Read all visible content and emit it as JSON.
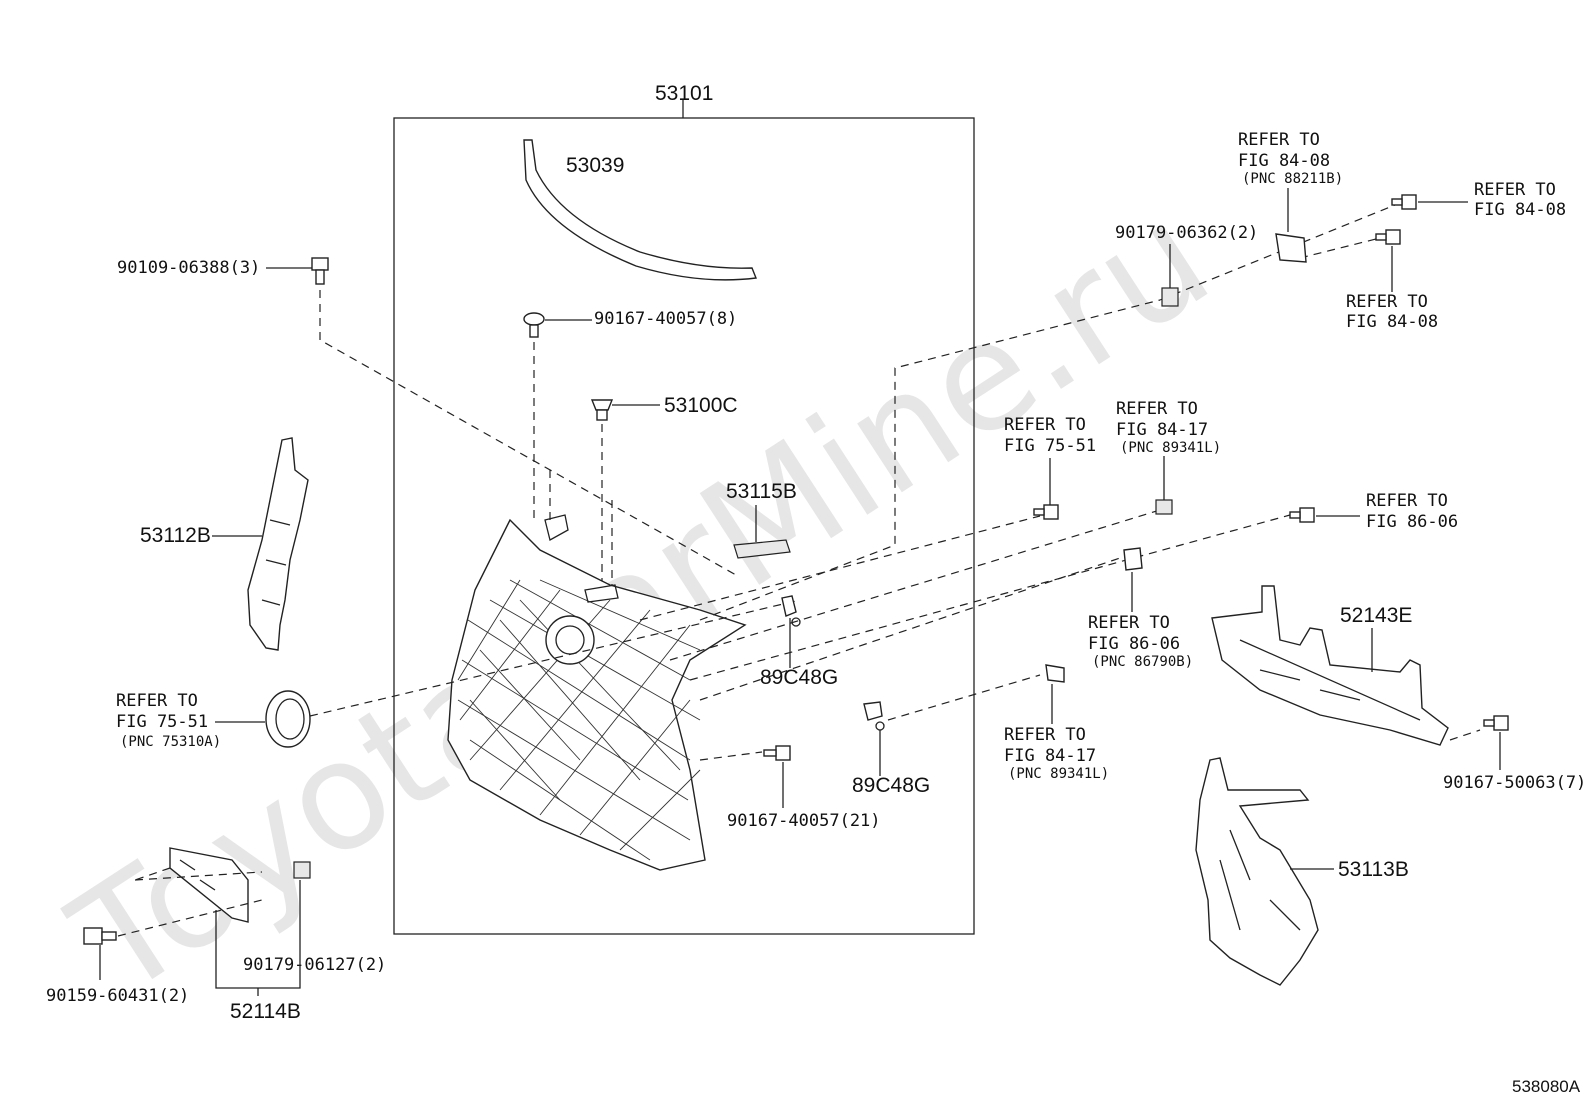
{
  "diagram": {
    "watermark": "ToyotaCarMine.ru",
    "figure_code": "538080A",
    "labels": {
      "main_assembly": "53101",
      "molding_upper": "53039",
      "bolt_upper_left": "90109-06388(3)",
      "screw_grille_top": "90167-40057(8)",
      "clip_grille": "53100C",
      "retainer_left": "53112B",
      "bracket_small": "53115B",
      "sensor_mount_1": "89C48G",
      "sensor_mount_2": "89C48G",
      "screw_grille_bottom": "90167-40057(21)",
      "clip_upper_right": "90179-06362(2)",
      "retainer_right_lower": "52143E",
      "screw_right": "90167-50063(7)",
      "cover_right": "53113B",
      "bracket_license": "52114B",
      "nut_license": "90179-06127(2)",
      "bolt_license": "90159-60431(2)"
    },
    "references": {
      "emblem": {
        "line1": "REFER TO",
        "line2": "FIG 75-51",
        "pnc": "(PNC 75310A)"
      },
      "radar_upper": {
        "line1": "REFER TO",
        "line2": "FIG 84-08",
        "pnc": "(PNC 88211B)"
      },
      "bolt_top_right": {
        "line1": "REFER TO",
        "line2": "FIG 84-08"
      },
      "bolt_right_2": {
        "line1": "REFER TO",
        "line2": "FIG 84-08"
      },
      "screw_center": {
        "line1": "REFER TO",
        "line2": "FIG 75-51"
      },
      "sensor_upper": {
        "line1": "REFER TO",
        "line2": "FIG 84-17",
        "pnc": "(PNC 89341L)"
      },
      "bolt_mid_right": {
        "line1": "REFER TO",
        "line2": "FIG 86-06"
      },
      "sensor_mid": {
        "line1": "REFER TO",
        "line2": "FIG 86-06",
        "pnc": "(PNC 86790B)"
      },
      "sensor_lower": {
        "line1": "REFER TO",
        "line2": "FIG 84-17",
        "pnc": "(PNC 89341L)"
      }
    }
  }
}
